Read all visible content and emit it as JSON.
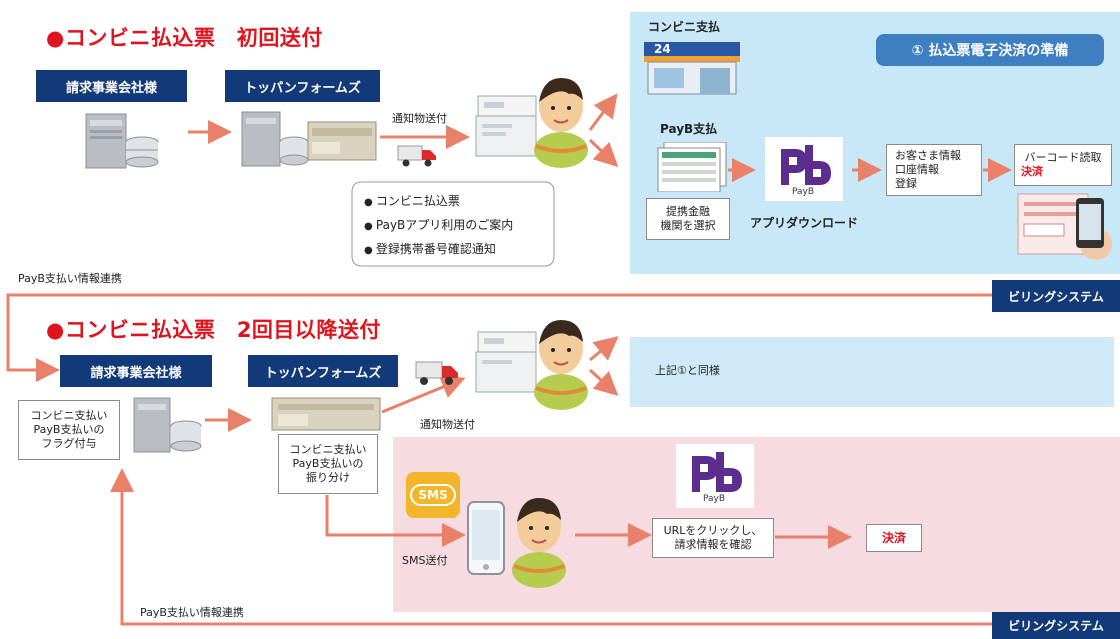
{
  "section1": {
    "title": "●コンビニ払込票　初回送付",
    "billing_company": "請求事業会社様",
    "toppan": "トッパンフォームズ",
    "notice_send": "通知物送付",
    "bullets": [
      "コンビニ払込票",
      "PayBアプリ利用のご案内",
      "登録携帯番号確認通知"
    ],
    "panel": {
      "store_label": "コンビニ支払",
      "store_sign": "24",
      "badge": "① 払込票電子決済の準備",
      "payb_pay": "PayB支払",
      "select_bank": "提携金融\n機関を選択",
      "app_download": "アプリダウンロード",
      "customer_info": "お客さま情報\n口座情報\n登録",
      "barcode_read": "バーコード読取",
      "settle": "決済",
      "logo_text": "PayB",
      "billing_system": "ビリングシステム"
    }
  },
  "link_top": "PayB支払い情報連携",
  "section2": {
    "title": "●コンビニ払込票　2回目以降送付",
    "billing_company": "請求事業会社様",
    "toppan": "トッパンフォームズ",
    "flag_box": "コンビニ支払い\nPayB支払いの\nフラグ付与",
    "sort_box": "コンビニ支払い\nPayB支払いの\n振り分け",
    "notice_send": "通知物送付",
    "same_as_above": "上記①と同様",
    "sms_badge": "SMS",
    "sms_send": "SMS送付",
    "logo_text": "PayB",
    "url_box": "URLをクリックし、\n請求情報を確認",
    "settle": "決済",
    "billing_system": "ビリングシステム"
  },
  "link_bottom": "PayB支払い情報連携",
  "colors": {
    "navy": "#123a78",
    "red": "#e0141e",
    "arrow": "#e8806a",
    "panel_blue": "#c8e8f7",
    "panel_pink": "#f6dbe0",
    "logo_purple": "#5b2d8c"
  }
}
